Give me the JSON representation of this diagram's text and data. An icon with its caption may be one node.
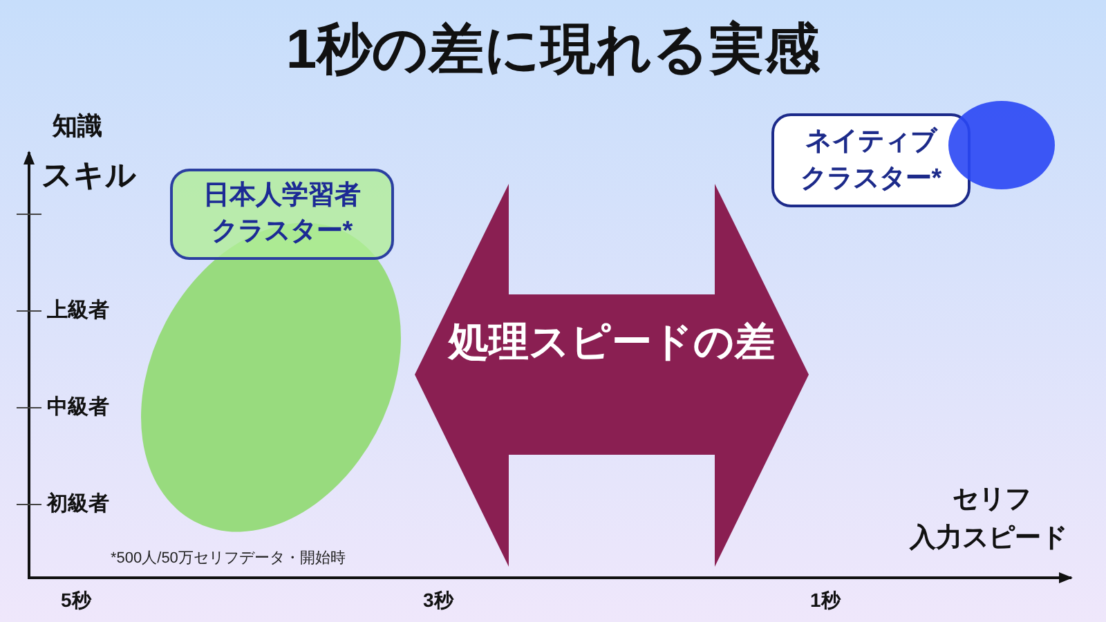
{
  "diagram": {
    "title": "1秒の差に現れる実感",
    "nodes": [
      {
        "text": [],
        "shape": "ellipse"
      },
      {
        "text": [
          "日本人学習者クラスター*"
        ]
      },
      {
        "text": [
          "処理スピードの差"
        ]
      },
      {
        "text": [
          "ネイティブクラスター*"
        ]
      },
      {
        "text": [],
        "shape": "circle"
      }
    ],
    "labels": [
      "知識",
      "スキル",
      "上級者",
      "中級者",
      "初級者",
      "*500人/50万セリフデータ・開始時",
      "セリフ",
      "入力スピード",
      "5秒",
      "3秒",
      "1秒"
    ]
  }
}
